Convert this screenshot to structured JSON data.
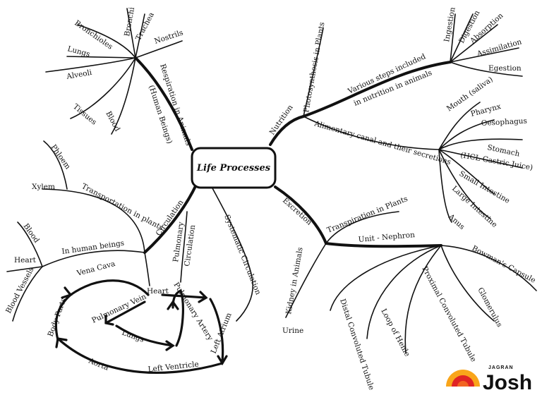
{
  "center": {
    "title": "Life Processes"
  },
  "branches": {
    "respiration": {
      "label": "Respiration in Animals",
      "sublabel": "(Human Beings)",
      "items": [
        "Trachea",
        "Bronchi",
        "Bronchioles",
        "Lungs",
        "Alveoli",
        "Tissues",
        "Blood",
        "Nostrils"
      ]
    },
    "nutrition": {
      "label": "Nutrition",
      "photosynthesis": "Photosynthesis in Plants",
      "steps_label_1": "Various steps included",
      "steps_label_2": "in nutrition in animals",
      "steps": [
        "Ingestion",
        "Digestion",
        "Absorption",
        "Assimilation",
        "Egestion"
      ],
      "canal_label": "Alimentary canal and their secretions",
      "canal": [
        "Mouth (saliva)",
        "Pharynx",
        "Oesophagus",
        "Stomach",
        "(HCL Gastric Juice)",
        "Small Intestine",
        "Large Intestine",
        "Anus"
      ]
    },
    "excretion": {
      "label": "Excretion",
      "transpiration": "Transpiration in Plants",
      "kidney": "Kidney in Animals",
      "urine": "Urine",
      "nephron": "Unit - Nephron",
      "nephron_parts": [
        "Bowman's Capsule",
        "Glomerulus",
        "Proximal Convoluted Tubule",
        "Loop of Henle",
        "Distal Convoluted Tubule"
      ]
    },
    "circulation": {
      "label": "Circulation",
      "plants": "Transportation in plants",
      "plant_items": [
        "Phloem",
        "Xylem"
      ],
      "human": "In human beings",
      "human_items": [
        "Blood",
        "Heart",
        "Blood Vessels"
      ],
      "pulmonary": "Pulmonary",
      "pulmonary2": "Circulation",
      "systemic": "Systematic Circulation",
      "cycle": [
        "Vena Cava",
        "Heart",
        "Pulmonary Vein",
        "Pulmonary Artery",
        "Lungs",
        "Left Atrium",
        "Left Ventricle",
        "Aorta",
        "Body Parts"
      ]
    }
  },
  "logo": {
    "small": "JAGRAN",
    "big": "Josh",
    "colors": [
      "#f26522",
      "#e02424",
      "#f9a51a"
    ]
  }
}
